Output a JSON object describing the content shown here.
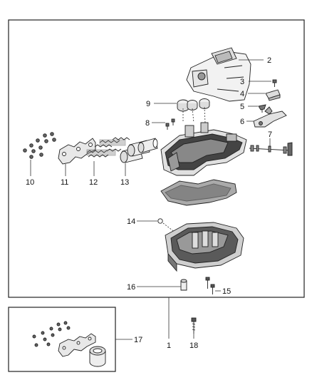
{
  "callouts": {
    "c1": "1",
    "c2": "2",
    "c3": "3",
    "c4": "4",
    "c5": "5",
    "c6": "6",
    "c7": "7",
    "c8": "8",
    "c9": "9",
    "c10": "10",
    "c11": "11",
    "c12": "12",
    "c13": "13",
    "c14": "14",
    "c15": "15",
    "c16": "16",
    "c17": "17",
    "c18": "18"
  },
  "colors": {
    "line": "#222222",
    "fill_light": "#eeeeee",
    "fill_mid": "#cccccc",
    "fill_dark": "#555555"
  }
}
